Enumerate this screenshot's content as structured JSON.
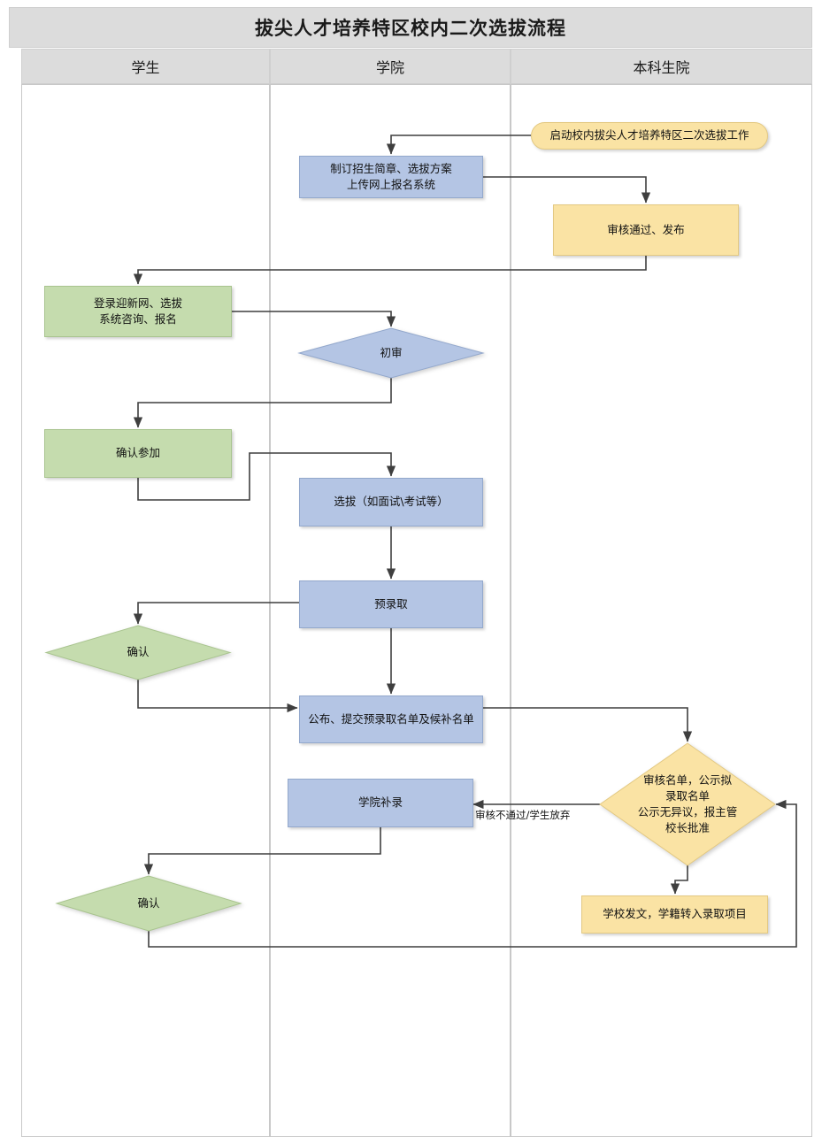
{
  "title": "拔尖人才培养特区校内二次选拔流程",
  "lanes": [
    {
      "label": "学生"
    },
    {
      "label": "学院"
    },
    {
      "label": "本科生院"
    }
  ],
  "nodes": {
    "start": {
      "label": "启动校内拔尖人才培养特区二次选拔工作",
      "shape": "oval",
      "color": "#fae3a4",
      "lane": "本科生院"
    },
    "plan": {
      "label": "制订招生简章、选拔方案\n上传网上报名系统",
      "shape": "rect",
      "color": "#b4c5e4",
      "lane": "学院"
    },
    "approve_publish": {
      "label": "审核通过、发布",
      "shape": "rect",
      "color": "#fae3a4",
      "lane": "本科生院"
    },
    "login_apply": {
      "label": "登录迎新网、选拔\n系统咨询、报名",
      "shape": "rect",
      "color": "#c5dcae",
      "lane": "学生"
    },
    "first_review": {
      "label": "初审",
      "shape": "diamond",
      "color": "#b4c5e4",
      "lane": "学院"
    },
    "confirm_join": {
      "label": "确认参加",
      "shape": "rect",
      "color": "#c5dcae",
      "lane": "学生"
    },
    "selection": {
      "label": "选拔（如面试\\考试等）",
      "shape": "rect",
      "color": "#b4c5e4",
      "lane": "学院"
    },
    "pre_admit": {
      "label": "预录取",
      "shape": "rect",
      "color": "#b4c5e4",
      "lane": "学院"
    },
    "confirm_1": {
      "label": "确认",
      "shape": "diamond",
      "color": "#c5dcae",
      "lane": "学生"
    },
    "publish_submit": {
      "label": "公布、提交预录取名单及候补名单",
      "shape": "rect",
      "color": "#b4c5e4",
      "lane": "学院"
    },
    "audit_publicity": {
      "label": "审核名单，公示拟\n录取名单\n公示无异议，报主管\n校长批准",
      "shape": "diamond",
      "color": "#fae3a4",
      "lane": "本科生院"
    },
    "college_makeup": {
      "label": "学院补录",
      "shape": "rect",
      "color": "#b4c5e4",
      "lane": "学院"
    },
    "confirm_2": {
      "label": "确认",
      "shape": "diamond",
      "color": "#c5dcae",
      "lane": "学生"
    },
    "school_doc": {
      "label": "学校发文，学籍转入录取项目",
      "shape": "rect",
      "color": "#fae3a4",
      "lane": "本科生院"
    }
  },
  "edge_labels": {
    "reject_or_giveup": "审核不通过/学生放弃"
  },
  "colors": {
    "blue": "#b4c5e4",
    "green": "#c5dcae",
    "yellow": "#fae3a4",
    "header_band": "#dcdcdc",
    "line": "#3f3f3f"
  }
}
